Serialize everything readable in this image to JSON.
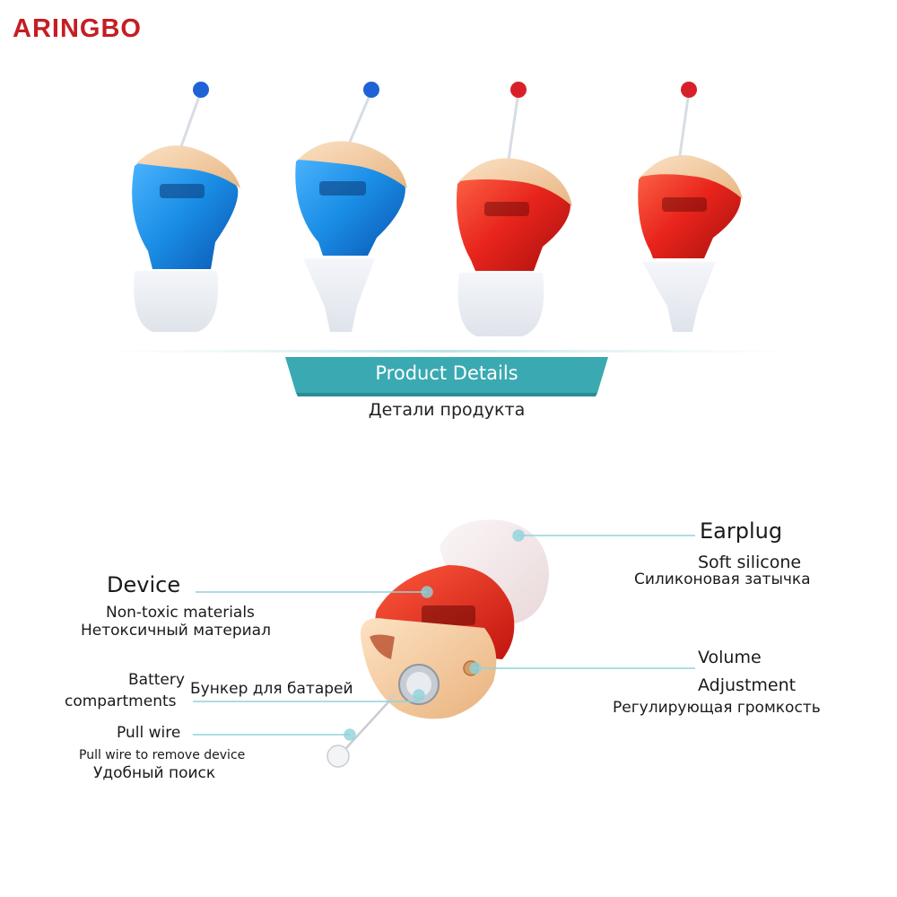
{
  "brand": {
    "name": "ARINGBO",
    "color": "#c41e24"
  },
  "products": [
    {
      "color": "blue",
      "ball_color": "#1e62d6",
      "tip": "round"
    },
    {
      "color": "blue",
      "ball_color": "#1e62d6",
      "tip": "flange"
    },
    {
      "color": "red",
      "ball_color": "#d8202a",
      "tip": "round"
    },
    {
      "color": "red",
      "ball_color": "#d8202a",
      "tip": "flange"
    }
  ],
  "banner": {
    "label": "Product Details",
    "label_ru": "Детали продукта",
    "color": "#3aa9b2"
  },
  "callouts": {
    "earplug": {
      "title": "Earplug",
      "desc": "Soft silicone",
      "desc_ru": "Силиконовая затычка"
    },
    "device": {
      "title": "Device",
      "desc": "Non-toxic materials",
      "desc_ru": "Нетоксичный материал"
    },
    "volume": {
      "title_line1": "Volume",
      "title_line2": "Adjustment",
      "desc_ru": "Регулирующая громкость"
    },
    "battery": {
      "title_line1": "Battery",
      "title_line2": "compartments",
      "desc_ru": "Бункер для батарей"
    },
    "pull_wire": {
      "title": "Pull wire",
      "desc": "Pull wire to remove device",
      "desc_ru": "Удобный поиск"
    }
  },
  "colors": {
    "leader_line": "#8fd3dc",
    "skin": "#f2c49c",
    "blue_shell": "#1a8ee6",
    "red_shell": "#e8241c"
  }
}
